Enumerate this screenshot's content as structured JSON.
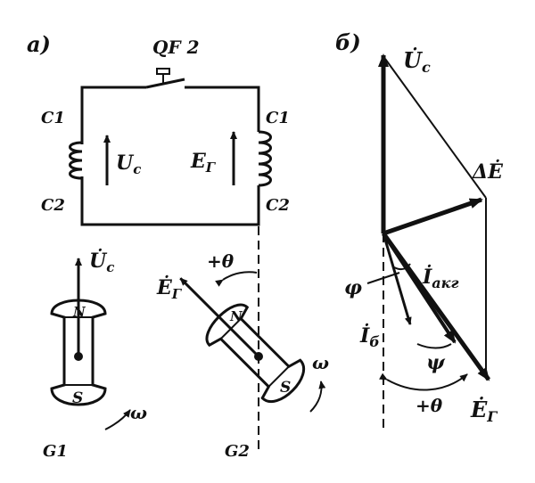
{
  "panel_a": {
    "label": "а)",
    "switch_label": "QF 2",
    "coil_left_top": "C1",
    "coil_left_bottom": "C2",
    "coil_right_top": "C1",
    "coil_right_bottom": "C2",
    "voltage_label": "U",
    "voltage_sub": "c",
    "emf_label": "E",
    "emf_sub": "Г",
    "rotor1_vector_label": "U̇",
    "rotor1_vector_sub": "c",
    "rotor2_vector_label": "Ė",
    "rotor2_vector_sub": "Г",
    "angle_label": "+θ",
    "rotor1_pole_n": "N",
    "rotor1_pole_s": "S",
    "rotor2_pole_n": "N",
    "rotor2_pole_s": "S",
    "omega1": "ω",
    "omega2": "ω",
    "gen1": "G1",
    "gen2": "G2"
  },
  "panel_b": {
    "label": "б)",
    "uc_label": "U̇",
    "uc_sub": "c",
    "delta_e_label": "ΔĖ",
    "i_akg_label": "İ",
    "i_akg_sub": "акг",
    "phi_label": "φ",
    "i_b_label": "İ",
    "i_b_sub": "б",
    "psi_label": "ψ",
    "theta_label": "+θ",
    "eg_label": "Ė",
    "eg_sub": "Г"
  },
  "colors": {
    "ink": "#111111",
    "paper": "#ffffff"
  }
}
